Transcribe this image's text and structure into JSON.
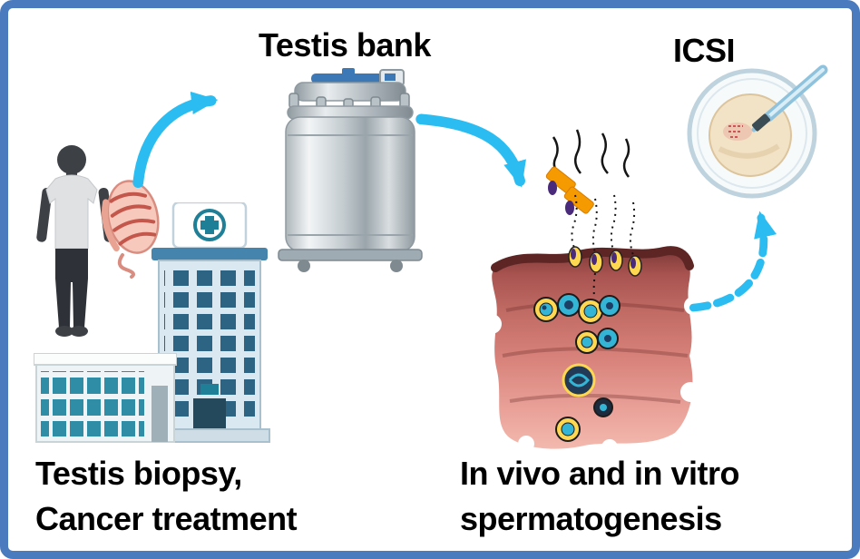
{
  "labels": {
    "testis_bank": "Testis bank",
    "icsi": "ICSI",
    "biopsy_line1": "Testis biopsy,",
    "biopsy_line2": "Cancer treatment",
    "sperm_line1": "In vivo and in vitro",
    "sperm_line2": "spermatogenesis"
  },
  "colors": {
    "border": "#4a7bbf",
    "arrow": "#2bbdf2",
    "text": "#000000",
    "cross_teal": "#1f7f97",
    "window_blue": "#2d6483",
    "clinic_window_teal": "#2f8ea6",
    "tank_handle_blue": "#3c78b5",
    "tubule_pink": "#d8837b",
    "tubule_rim": "#5d2624",
    "cell_cyan": "#35b5d6",
    "cell_yellow": "#ffd851",
    "sperm_orange": "#f59a00",
    "sperm_purple": "#4a2a7a",
    "pipette_blue": "#8fc3dd",
    "oocyte_beige": "#f2e2c6",
    "silhouette_gray": "#3d4045",
    "testis_pink": "#f6c9bc"
  },
  "figures": {
    "patient": "boy-silhouette",
    "organ": "testis-illustration",
    "hospital": "hospital-building",
    "clinic": "clinic-building",
    "storage": "cryogenic-nitrogen-tank",
    "tissue": "seminiferous-tubule-spermatogenesis",
    "procedure": "icsi-dish-with-pipette",
    "arrow_styles": [
      "solid-curved",
      "solid-curved",
      "dashed-curved"
    ]
  }
}
